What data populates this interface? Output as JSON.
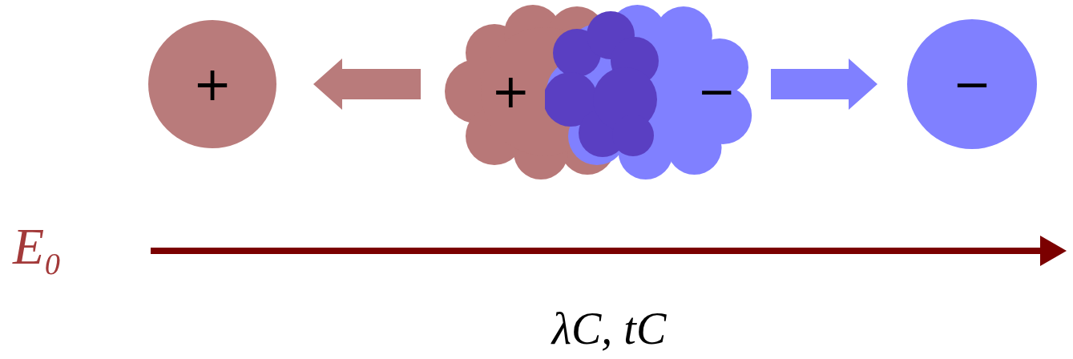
{
  "diagram": {
    "nodes": [
      {
        "text": [
          "+"
        ]
      },
      {
        "text": [
          "+"
        ]
      },
      {
        "text": [
          "−"
        ]
      },
      {
        "text": [
          "−"
        ]
      }
    ],
    "edges": [
      {
        "from": 1,
        "to": 0,
        "arrow": "to"
      },
      {
        "from": 2,
        "to": 3,
        "arrow": "to"
      }
    ],
    "labels": [
      "E₀",
      "λC, tC"
    ]
  }
}
